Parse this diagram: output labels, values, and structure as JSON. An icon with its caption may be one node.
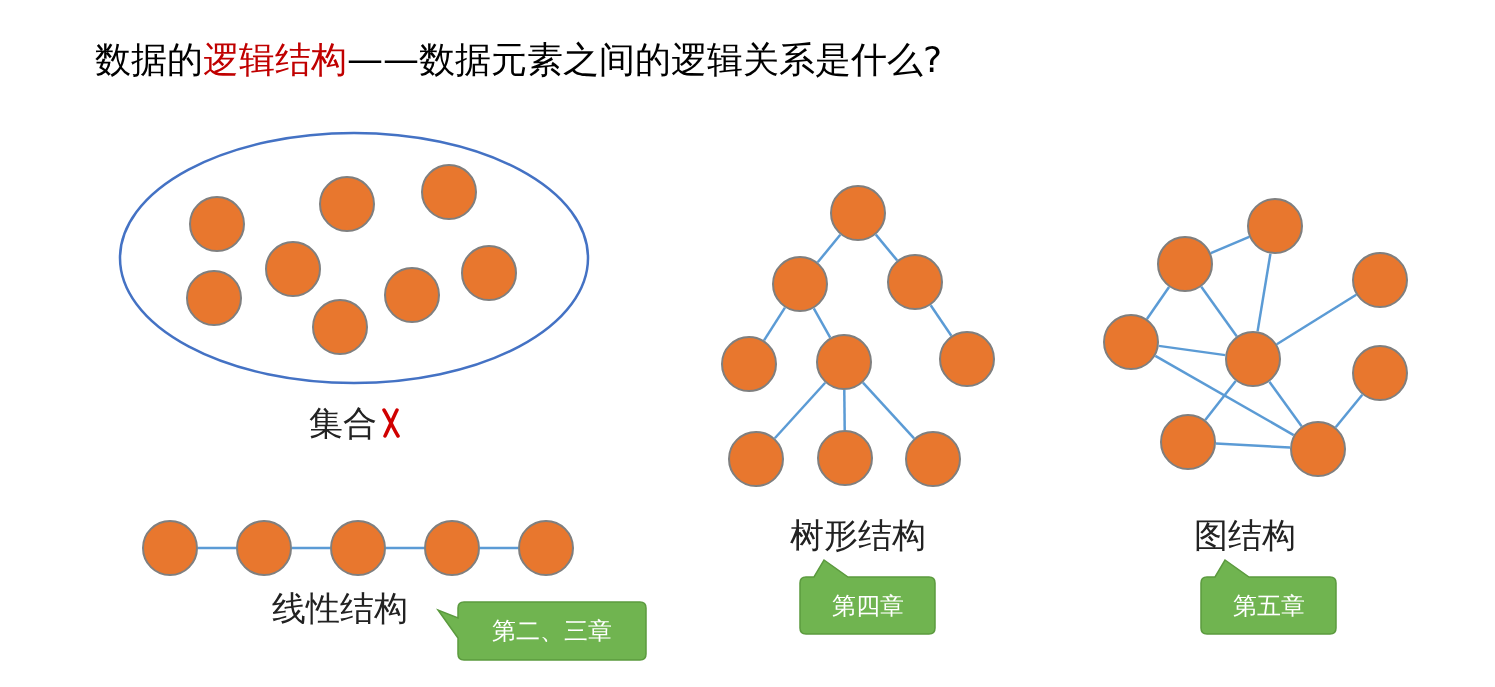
{
  "diagram": {
    "title": "数据的**逻辑结构**——数据元素之间的逻辑关系是什么?",
    "nodes": [
      {
        "text": [],
        "shape": "ellipse",
        "beside": [
          "集合"
        ]
      },
      {
        "text": [],
        "shape": "circle",
        "in": 0
      },
      {
        "text": [],
        "shape": "circle",
        "in": 0
      },
      {
        "text": [],
        "shape": "circle",
        "in": 0
      },
      {
        "text": [],
        "shape": "circle",
        "in": 0
      },
      {
        "text": [],
        "shape": "circle",
        "in": 0
      },
      {
        "text": [],
        "shape": "circle",
        "in": 0
      },
      {
        "text": [],
        "shape": "circle",
        "in": 0
      },
      {
        "text": [],
        "shape": "circle",
        "in": 0
      },
      {
        "text": [],
        "shape": "circle"
      },
      {
        "text": [],
        "shape": "circle"
      },
      {
        "text": [],
        "shape": "circle"
      },
      {
        "text": [],
        "shape": "circle"
      },
      {
        "text": [],
        "shape": "circle"
      },
      {
        "text": [],
        "shape": "circle"
      },
      {
        "text": [],
        "shape": "circle"
      },
      {
        "text": [],
        "shape": "circle"
      },
      {
        "text": [],
        "shape": "circle"
      },
      {
        "text": [],
        "shape": "circle"
      },
      {
        "text": [],
        "shape": "circle"
      },
      {
        "text": [],
        "shape": "circle"
      },
      {
        "text": [],
        "shape": "circle"
      },
      {
        "text": [],
        "shape": "circle"
      },
      {
        "text": [],
        "shape": "circle"
      },
      {
        "text": [],
        "shape": "circle"
      },
      {
        "text": [],
        "shape": "circle"
      },
      {
        "text": [],
        "shape": "circle"
      },
      {
        "text": [],
        "shape": "circle"
      },
      {
        "text": [],
        "shape": "circle"
      },
      {
        "text": [],
        "shape": "circle"
      },
      {
        "text": [],
        "shape": "circle"
      },
      {
        "text": [
          "第二、三章"
        ]
      },
      {
        "text": [
          "第四章"
        ]
      },
      {
        "text": [
          "第五章"
        ]
      }
    ],
    "edges": [
      {
        "from": 9,
        "to": 10,
        "arrow": "none"
      },
      {
        "from": 10,
        "to": 11,
        "arrow": "none"
      },
      {
        "from": 11,
        "to": 12,
        "arrow": "none"
      },
      {
        "from": 12,
        "to": 13,
        "arrow": "none"
      },
      {
        "from": 14,
        "to": 15,
        "arrow": "none"
      },
      {
        "from": 14,
        "to": 16,
        "arrow": "none"
      },
      {
        "from": 15,
        "to": 17,
        "arrow": "none"
      },
      {
        "from": 15,
        "to": 18,
        "arrow": "none"
      },
      {
        "from": 16,
        "to": 19,
        "arrow": "none"
      },
      {
        "from": 18,
        "to": 20,
        "arrow": "none"
      },
      {
        "from": 18,
        "to": 21,
        "arrow": "none"
      },
      {
        "from": 18,
        "to": 22,
        "arrow": "none"
      },
      {
        "from": 23,
        "to": 24,
        "arrow": "none"
      },
      {
        "from": 23,
        "to": 26,
        "arrow": "none"
      },
      {
        "from": 23,
        "to": 27,
        "arrow": "none"
      },
      {
        "from": 24,
        "to": 27,
        "arrow": "none"
      },
      {
        "from": 27,
        "to": 25,
        "arrow": "none"
      },
      {
        "from": 26,
        "to": 27,
        "arrow": "none"
      },
      {
        "from": 26,
        "to": 30,
        "arrow": "none"
      },
      {
        "from": 27,
        "to": 29,
        "arrow": "none"
      },
      {
        "from": 27,
        "to": 30,
        "arrow": "none"
      },
      {
        "from": 28,
        "to": 30,
        "arrow": "none"
      },
      {
        "from": 29,
        "to": 30,
        "arrow": "none"
      }
    ],
    "labels": [
      "线性结构",
      "树形结构",
      "图结构"
    ]
  }
}
